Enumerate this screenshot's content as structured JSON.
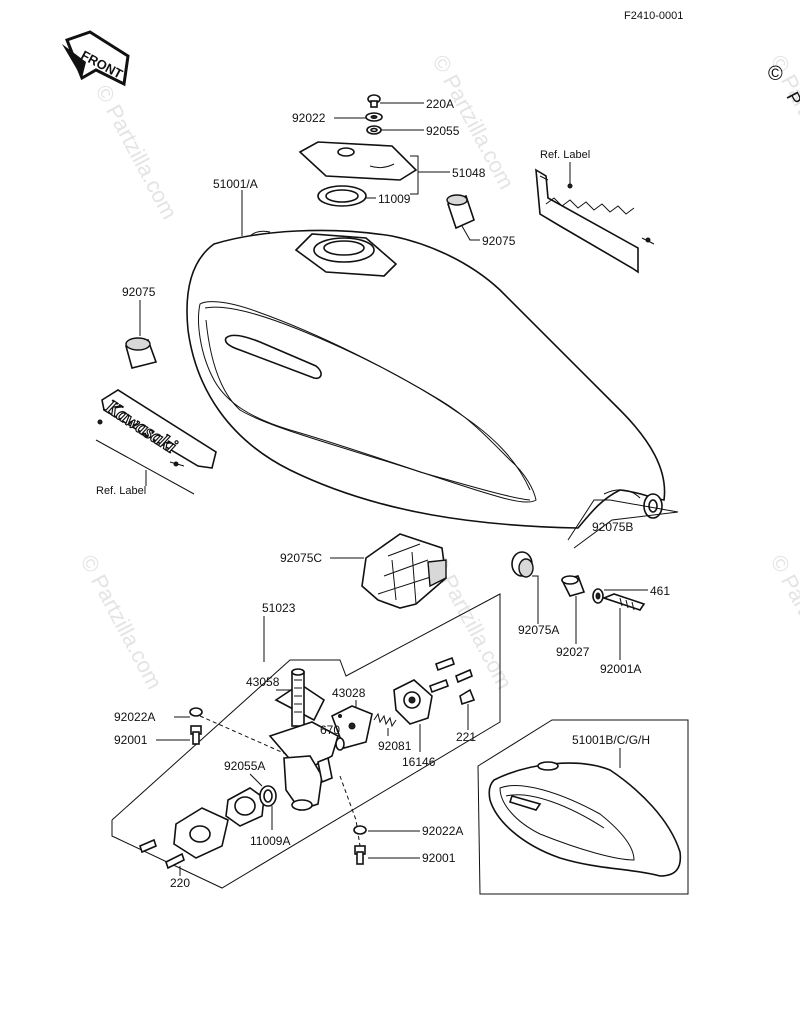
{
  "figure_code": "F2410-0001",
  "front_arrow": "FRONT",
  "brand_emblem": "Kawasaki",
  "watermark": "© Partzilla.com",
  "ref_label_top": "Ref.  Label",
  "ref_label_left": "Ref.  Label",
  "callouts": {
    "c220A": "220A",
    "c92022": "92022",
    "c92055": "92055",
    "c51048": "51048",
    "c11009": "11009",
    "c92075_right": "92075",
    "c51001A": "51001/A",
    "c92075_left": "92075",
    "c92075B": "92075B",
    "c92075C": "92075C",
    "c92075A": "92075A",
    "c461": "461",
    "c92027": "92027",
    "c92001A": "92001A",
    "c51023": "51023",
    "c43058": "43058",
    "c43028": "43028",
    "c670": "670",
    "c92081": "92081",
    "c16146": "16146",
    "c221": "221",
    "c92022A_left": "92022A",
    "c92001_left": "92001",
    "c92055A": "92055A",
    "c11009A": "11009A",
    "c92022A_bottom": "92022A",
    "c92001_bottom": "92001",
    "c220": "220",
    "c51001BCGH": "51001B/C/G/H"
  }
}
